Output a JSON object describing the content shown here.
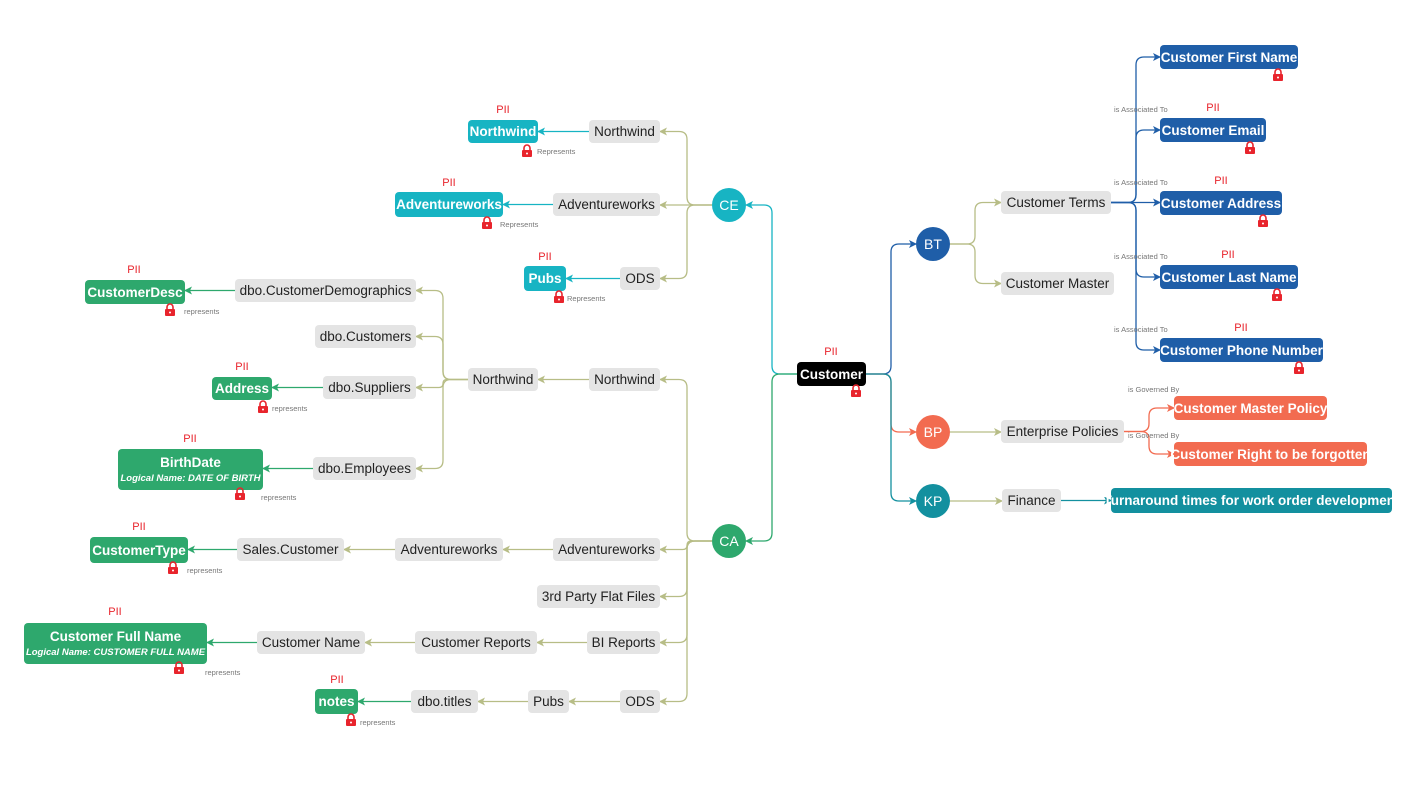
{
  "pii_label": "PII",
  "colors": {
    "olive": "#b7bd86",
    "teal": "#17b4c3",
    "blue": "#1f5ea8",
    "green": "#2ea86d",
    "orange": "#f26b50",
    "kp": "#13909f",
    "pii": "#e8242c"
  },
  "center": {
    "label": "Customer"
  },
  "hubs": {
    "ce": "CE",
    "ca": "CA",
    "bt": "BT",
    "bp": "BP",
    "kp": "KP"
  },
  "relations": {
    "represents_cap": "Represents",
    "represents": "represents",
    "associated": "is Associated To",
    "governed": "is Governed By"
  },
  "ce": {
    "sources": [
      "Northwind",
      "Adventureworks",
      "ODS"
    ],
    "targets": [
      "Northwind",
      "Adventureworks",
      "Pubs"
    ]
  },
  "ca": {
    "sources": [
      "Northwind",
      "Adventureworks",
      "3rd Party Flat Files",
      "BI Reports",
      "ODS"
    ],
    "northwind_db": "Northwind",
    "northwind_tables": [
      "dbo.CustomerDemographics",
      "dbo.Customers",
      "dbo.Suppliers",
      "dbo.Employees"
    ],
    "adventureworks_db": "Adventureworks",
    "sales_customer": "Sales.Customer",
    "customer_reports": "Customer Reports",
    "customer_name": "Customer Name",
    "pubs": "Pubs",
    "dbo_titles": "dbo.titles",
    "attributes": {
      "customer_desc": "CustomerDesc",
      "address": "Address",
      "birthdate": "BirthDate",
      "birthdate_logical": "Logical Name: DATE OF BIRTH",
      "customer_type": "CustomerType",
      "full_name": "Customer Full Name",
      "full_name_logical": "Logical Name: CUSTOMER FULL NAME",
      "notes": "notes"
    }
  },
  "bt": {
    "terms": "Customer Terms",
    "master": "Customer Master",
    "items": [
      "Customer First Name",
      "Customer Email",
      "Customer Address",
      "Customer Last Name",
      "Customer Phone Number"
    ]
  },
  "bp": {
    "policies": "Enterprise Policies",
    "items": [
      "Customer Master Policy",
      "Customer Right to be forgotten"
    ]
  },
  "kp": {
    "finance": "Finance",
    "item": "Turnaround times for work order development"
  }
}
